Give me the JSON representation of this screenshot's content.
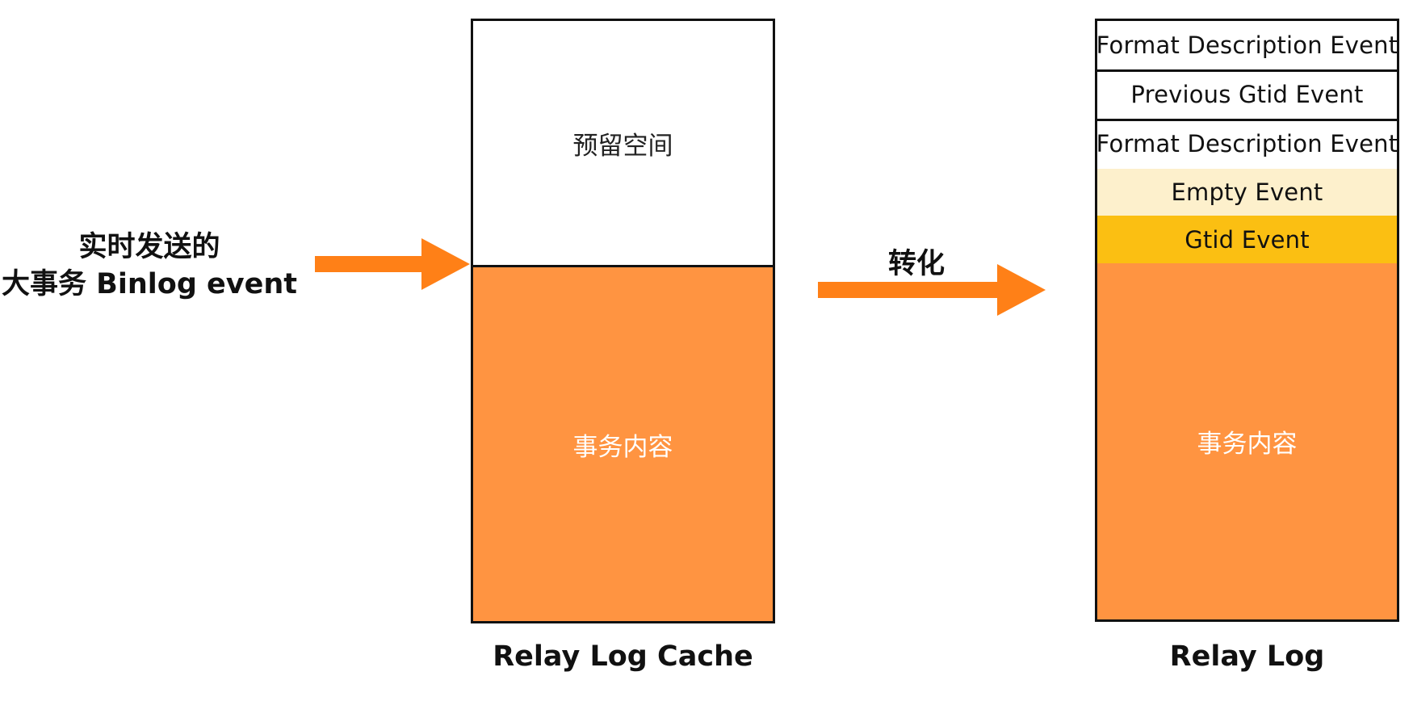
{
  "colors": {
    "orange": "#ff9441",
    "arrow": "#ff8017",
    "empty_event": "#fdf0cc",
    "gtid_event": "#fbbf12",
    "border": "#111111"
  },
  "left_label": {
    "line1": "实时发送的",
    "line2": "大事务 Binlog event"
  },
  "cache": {
    "reserved_label": "预留空间",
    "content_label": "事务内容",
    "caption": "Relay Log Cache"
  },
  "convert_label": "转化",
  "relay": {
    "rows": [
      {
        "label": "Format Description Event",
        "color": "#ffffff"
      },
      {
        "label": "Previous Gtid Event",
        "color": "#ffffff"
      },
      {
        "label": "Format Description Event",
        "color": "#ffffff"
      },
      {
        "label": "Empty Event",
        "color": "#fdf0cc"
      },
      {
        "label": "Gtid Event",
        "color": "#fbbf12"
      }
    ],
    "content_label": "事务内容",
    "caption": "Relay Log"
  }
}
